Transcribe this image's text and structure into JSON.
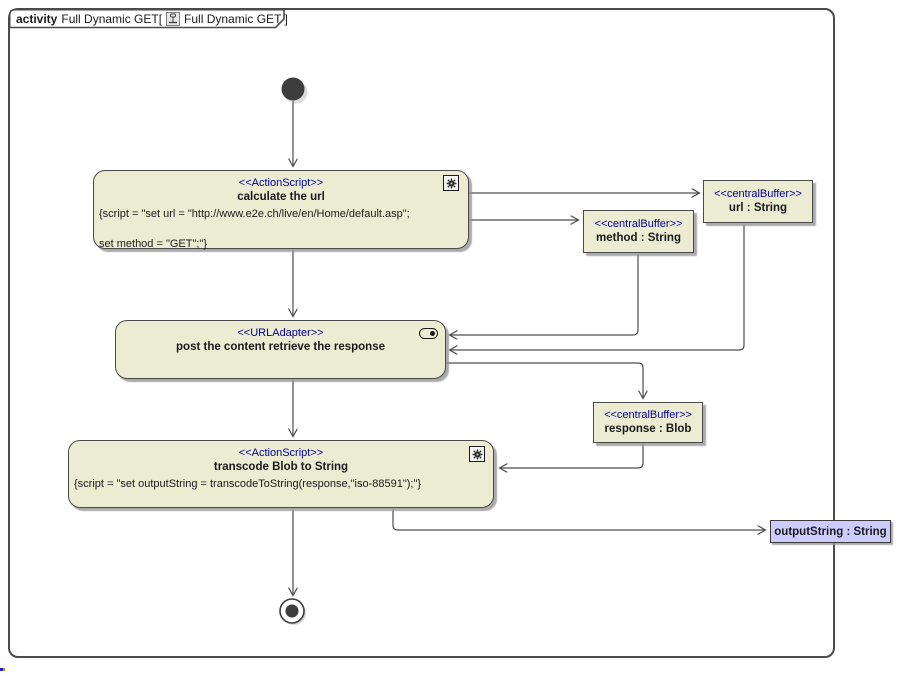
{
  "colors": {
    "node_fill": "#ECECD3",
    "object_node_fill": "#CCCCFF",
    "stereotype_text": "#00009C",
    "line": "#4D4D4D",
    "frame_border": "#4B4B4B"
  },
  "frame": {
    "keyword": "activity",
    "name_pre": "Full Dynamic GET[",
    "icon": "activity-diagram-icon",
    "name_post": "Full Dynamic GET ]"
  },
  "nodes": {
    "calculate_url": {
      "stereotype": "<<ActionScript>>",
      "name": "calculate the url",
      "script_line1": "{script = \"set url = \"http://www.e2e.ch/live/en/Home/default.asp\";",
      "script_line2": "set method = \"GET\";\"}"
    },
    "url_buffer": {
      "stereotype": "<<centralBuffer>>",
      "name": "url : String"
    },
    "method_buffer": {
      "stereotype": "<<centralBuffer>>",
      "name": "method : String"
    },
    "post_retrieve": {
      "stereotype": "<<URLAdapter>>",
      "name": "post the content retrieve the response"
    },
    "response_buffer": {
      "stereotype": "<<centralBuffer>>",
      "name": "response : Blob"
    },
    "transcode": {
      "stereotype": "<<ActionScript>>",
      "name": "transcode Blob to String",
      "script_line1": "{script = \"set outputString = transcodeToString(response,\"iso-88591\");\"}"
    },
    "output_param": {
      "name": "outputString : String"
    }
  }
}
